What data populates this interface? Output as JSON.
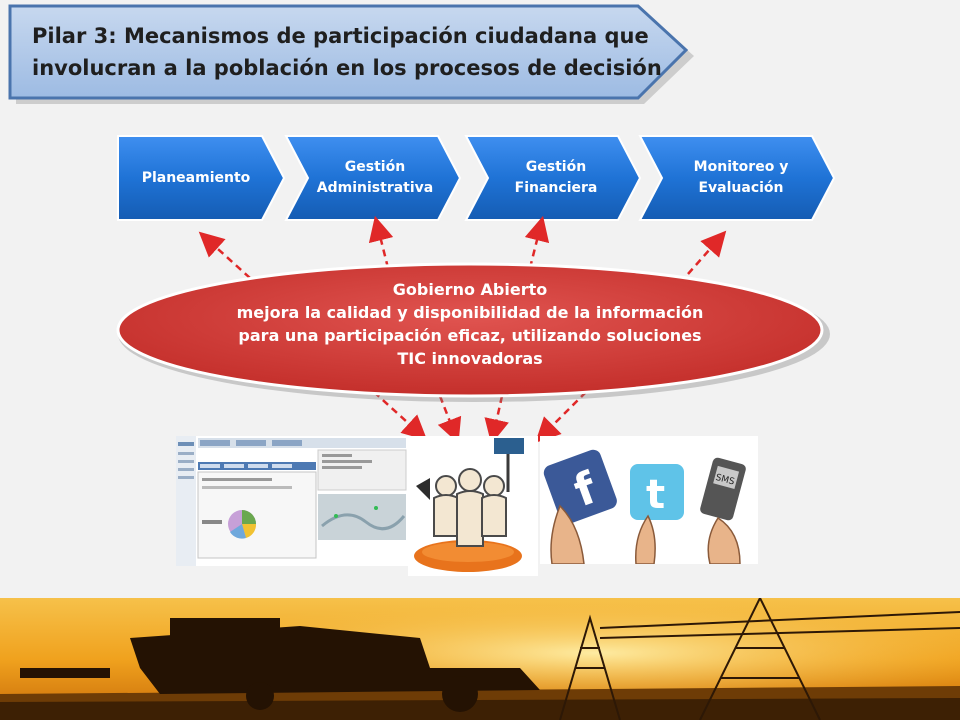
{
  "title": {
    "line1": "Pilar 3: Mecanismos de participación ciudadana que",
    "line2": "involucran a la población en los procesos de decisión"
  },
  "process_steps": [
    {
      "label": "Planeamiento"
    },
    {
      "label": "Gestión Administrativa"
    },
    {
      "label": "Gestión Financiera"
    },
    {
      "label": "Monitoreo y Evaluación"
    }
  ],
  "center": {
    "heading": "Gobierno Abierto",
    "line1": "mejora la calidad y disponibilidad  de la información",
    "line2": "para una participación  eficaz, utilizando soluciones",
    "line3": "TIC innovadoras"
  },
  "colors": {
    "step_fill": "#1f73d6",
    "ellipse_fill": "#d53a36",
    "arrow": "#e02828",
    "title_fill": "#a9c3e6"
  },
  "icons": [
    "facebook-icon",
    "twitter-icon",
    "sms-phone-icon"
  ],
  "images": [
    "web-portal-screenshot",
    "citizen-participation-illustration",
    "social-media-hands-illustration",
    "harvester-field-photo"
  ]
}
